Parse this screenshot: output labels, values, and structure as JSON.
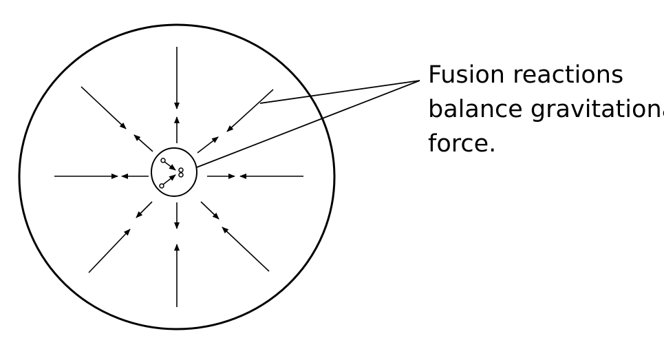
{
  "caption": {
    "lines": [
      "Fusion reactions",
      "balance gravitational",
      "force."
    ]
  },
  "colors": {
    "ink": "#000000",
    "background": "#ffffff"
  }
}
